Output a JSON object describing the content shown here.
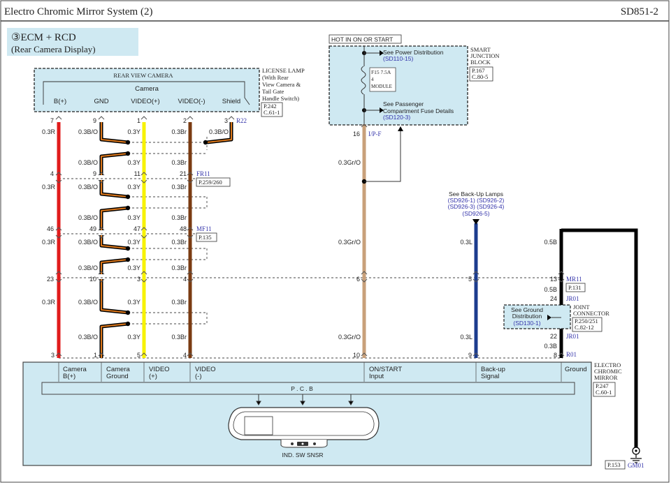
{
  "header": {
    "title": "Electro Chromic Mirror System (2)",
    "code": "SD851-2"
  },
  "section": {
    "title": "③ECM + RCD",
    "subtitle": "(Rear Camera Display)"
  },
  "camera": {
    "title": "REAR VIEW CAMERA",
    "inner_label": "Camera",
    "pins": [
      {
        "name": "B(+)",
        "num": "7"
      },
      {
        "name": "GND",
        "num": "9"
      },
      {
        "name": "VIDEO(+)",
        "num": "1"
      },
      {
        "name": "VIDEO(-)",
        "num": "2"
      },
      {
        "name": "Shield",
        "num": "3"
      }
    ],
    "side_label": [
      "LICENSE LAMP",
      "(With Rear",
      "View Camera &",
      "Tail Gate",
      "Handle Switch)"
    ],
    "ref": [
      "P.242",
      "C.61-1"
    ],
    "connector": "R22"
  },
  "hot_label": "HOT IN ON OR START",
  "sjb": {
    "power_dist": [
      "See Power Distribution",
      "(SD110-15)"
    ],
    "fuse": [
      "F15 7.5A",
      "4",
      "MODULE"
    ],
    "passenger": [
      "See Passenger",
      "Compartment Fuse Details",
      "(SD120-3)"
    ],
    "label": [
      "SMART",
      "JUNCTION",
      "BLOCK"
    ],
    "ref": [
      "P.167",
      "C.80-5"
    ],
    "pin": "16",
    "connector": "I/P-F"
  },
  "connectors": {
    "fr11": {
      "name": "FR11",
      "ref": "P.259/260",
      "pins": [
        "4",
        "9",
        "11",
        "21"
      ]
    },
    "mf11": {
      "name": "MF11",
      "ref": "P.135",
      "pins": [
        "46",
        "49",
        "47",
        "48"
      ]
    },
    "row4": {
      "pins": [
        "23",
        "10",
        "3",
        "4",
        "6",
        "5",
        "13"
      ]
    },
    "mr11": {
      "name": "MR11",
      "ref": "P.131"
    },
    "jr01a": {
      "name": "JR01",
      "pin": "24"
    },
    "jr01b": {
      "name": "JR01",
      "pin": "22"
    },
    "r01": {
      "name": "R01"
    }
  },
  "wire_labels": {
    "b_plus": "0.3R",
    "gnd": "0.3B/O",
    "vplus": "0.3Y",
    "vminus": "0.3Br",
    "shield": "0.3B/O",
    "ign": "0.3Gr/O",
    "backup": "0.3L",
    "ground": "0.5B",
    "ground_b": "0.3B"
  },
  "backup_lamps": [
    "See Back-Up Lamps",
    "(SD926-1)  (SD926-2)",
    "(SD926-3)  (SD926-4)",
    "(SD926-5)"
  ],
  "ground_dist": [
    "See Ground",
    "Distribution",
    "(SD130-1)"
  ],
  "joint": {
    "label": [
      "JOINT",
      "CONNECTOR"
    ],
    "ref": [
      "P.250/251",
      "C.82-12"
    ]
  },
  "ecm": {
    "pins": [
      {
        "num": "3",
        "label": [
          "Camera",
          "B(+)"
        ]
      },
      {
        "num": "1",
        "label": [
          "Camera",
          "Ground"
        ]
      },
      {
        "num": "5",
        "label": [
          "VIDEO",
          "(+)"
        ]
      },
      {
        "num": "4",
        "label": [
          "VIDEO",
          "(-)"
        ]
      },
      {
        "num": "10",
        "label": [
          "ON/START",
          "Input"
        ]
      },
      {
        "num": "9",
        "label": [
          "Back-up",
          "Signal"
        ]
      },
      {
        "num": "8",
        "label": [
          "Ground",
          ""
        ]
      }
    ],
    "pcb": "P . C . B",
    "label": [
      "ELECTRO",
      "CHROMIC",
      "MIRROR"
    ],
    "ref": [
      "P.247",
      "C.60-1"
    ],
    "mirror_labels": "IND.  SW  SNSR"
  },
  "ground_ref": "P.153",
  "ground_name": "GM01",
  "colors": {
    "box_fill": "#cfe9f2",
    "red": "#e11b1b",
    "yellow": "#f7f200",
    "brown": "#7a3b12",
    "orange": "#e07a1c",
    "tan": "#c8a07a",
    "blue": "#1c3c8e",
    "black": "#000000"
  }
}
